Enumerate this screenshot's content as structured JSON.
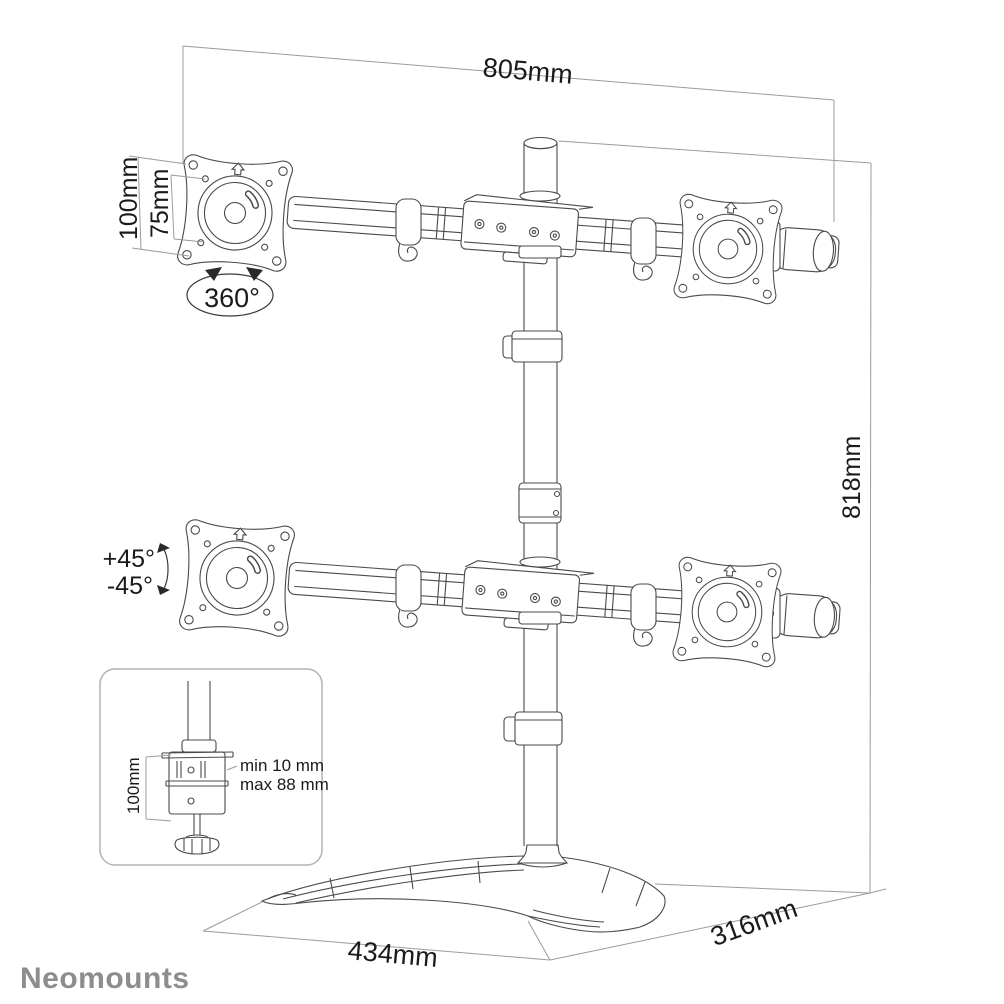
{
  "brand": {
    "logo": "Neomounts",
    "color": "#8d8d8d"
  },
  "diagram": {
    "type": "technical-line-drawing",
    "subject": "quad-monitor-desk-stand",
    "labels": {
      "total_width": "805mm",
      "total_height": "818mm",
      "vesa_outer": "100mm",
      "vesa_inner": "75mm",
      "rotation": "360°",
      "tilt_up": "+45°",
      "tilt_down": "-45°",
      "base_width": "434mm",
      "base_depth": "316mm"
    },
    "clamp_inset": {
      "height": "100mm",
      "min_thickness": "min 10 mm",
      "max_thickness": "max 88 mm"
    },
    "colors": {
      "drawing_line": "#4a4a4a",
      "dimension_line": "#9b9b9b",
      "annotation_line": "#3a3a3a",
      "text": "#1a1a1a",
      "logo": "#8d8d8d",
      "background": "#ffffff"
    }
  }
}
